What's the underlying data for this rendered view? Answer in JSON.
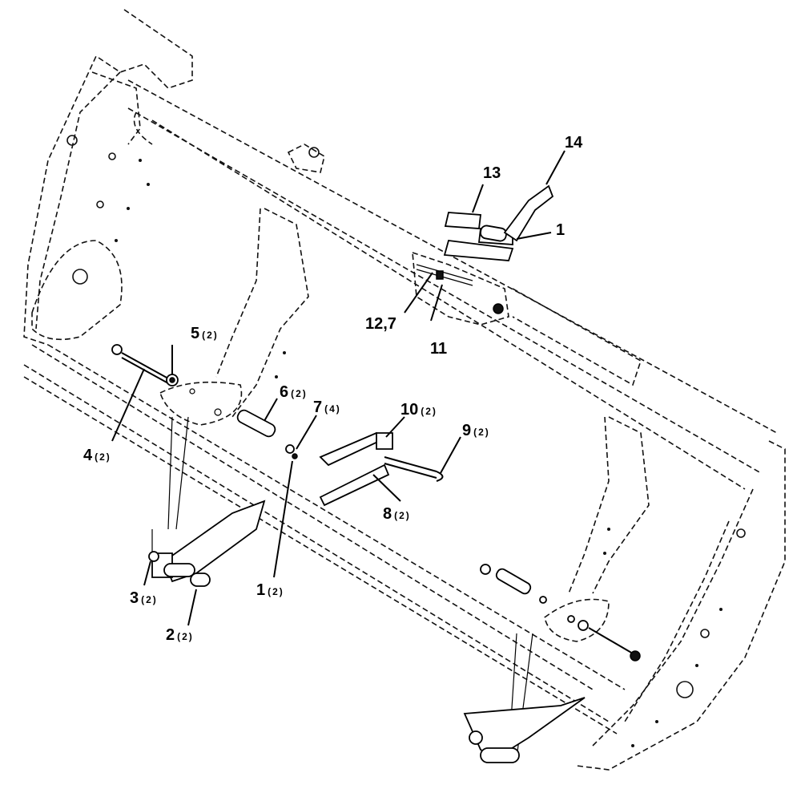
{
  "callouts": [
    {
      "id": "c14",
      "num": "14",
      "qty": ""
    },
    {
      "id": "c13",
      "num": "13",
      "qty": ""
    },
    {
      "id": "c1top",
      "num": "1",
      "qty": ""
    },
    {
      "id": "c12_7",
      "num": "12,7",
      "qty": ""
    },
    {
      "id": "c11",
      "num": "11",
      "qty": ""
    },
    {
      "id": "c5",
      "num": "5",
      "qty": "(2)"
    },
    {
      "id": "c6",
      "num": "6",
      "qty": "(2)"
    },
    {
      "id": "c7",
      "num": "7",
      "qty": "(4)"
    },
    {
      "id": "c4",
      "num": "4",
      "qty": "(2)"
    },
    {
      "id": "c10",
      "num": "10",
      "qty": "(2)"
    },
    {
      "id": "c9",
      "num": "9",
      "qty": "(2)"
    },
    {
      "id": "c8",
      "num": "8",
      "qty": "(2)"
    },
    {
      "id": "c3",
      "num": "3",
      "qty": "(2)"
    },
    {
      "id": "c1",
      "num": "1",
      "qty": "(2)"
    },
    {
      "id": "c2",
      "num": "2",
      "qty": "(2)"
    }
  ]
}
